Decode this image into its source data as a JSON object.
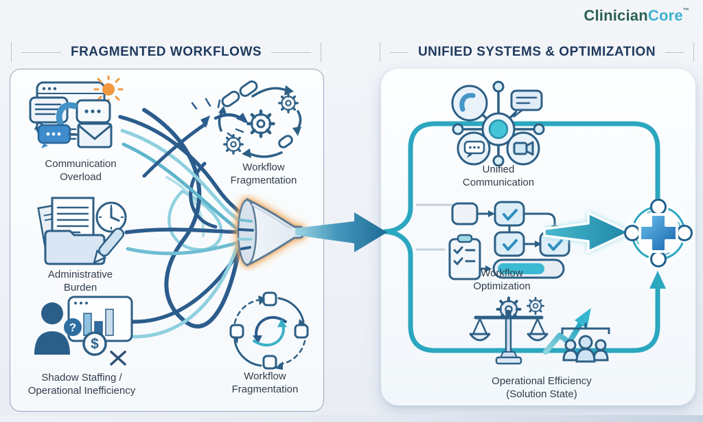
{
  "logo": {
    "part1": "Clinician",
    "part2": "Core",
    "tm": "™"
  },
  "headers": {
    "left": "FRAGMENTED WORKFLOWS",
    "right": "UNIFIED SYSTEMS & OPTIMIZATION"
  },
  "left_panel": {
    "items": [
      {
        "id": "communication-overload",
        "icon": "communication-cluster-icon",
        "label_line1": "Communication",
        "label_line2": "Overload"
      },
      {
        "id": "workflow-fragmentation-gears",
        "icon": "broken-gears-icon",
        "label_line1": "Workflow",
        "label_line2": "Fragmentation"
      },
      {
        "id": "administrative-burden",
        "icon": "documents-folder-clock-pen-icon",
        "label_line1": "Administrative",
        "label_line2": "Burden"
      },
      {
        "id": "shadow-staffing",
        "icon": "person-question-dollar-chart-icon",
        "label_line1": "Shadow Staffing /",
        "label_line2": "Operational Inefficiency",
        "glyphs": {
          "question": "?",
          "dollar": "$"
        }
      },
      {
        "id": "workflow-fragmentation-cycle",
        "icon": "broken-cycle-icon",
        "label_line1": "Workflow",
        "label_line2": "Fragmentation"
      }
    ],
    "funnel_icon": "funnel-icon",
    "tangle_icon": "tangled-lines-icon"
  },
  "flow": {
    "center_arrow_icon": "flow-arrow-icon"
  },
  "right_panel": {
    "loop_icon": "process-loop-icon",
    "items": [
      {
        "id": "unified-communication",
        "icon": "communication-hub-icon",
        "label_line1": "Unified",
        "label_line2": "Communication"
      },
      {
        "id": "workflow-optimization",
        "icon": "flowchart-progress-icon",
        "label_line1": "Workflow",
        "label_line2": "Optimization"
      },
      {
        "id": "operational-efficiency",
        "icon": "scales-growth-team-icon",
        "label_line1": "Operational Efficiency",
        "label_line2": "(Solution State)"
      }
    ],
    "result_icon": "medical-plus-icon",
    "result_arrow_icon": "solution-arrow-icon"
  },
  "colors": {
    "accent_teal": "#2ba7bf",
    "navy": "#2d5f85",
    "header_navy": "#1f3a5e",
    "brand_green": "#2a5f55",
    "brand_blue": "#3fb0d0",
    "glow_orange": "#f0a050",
    "plus_blue": "#1563ab"
  }
}
